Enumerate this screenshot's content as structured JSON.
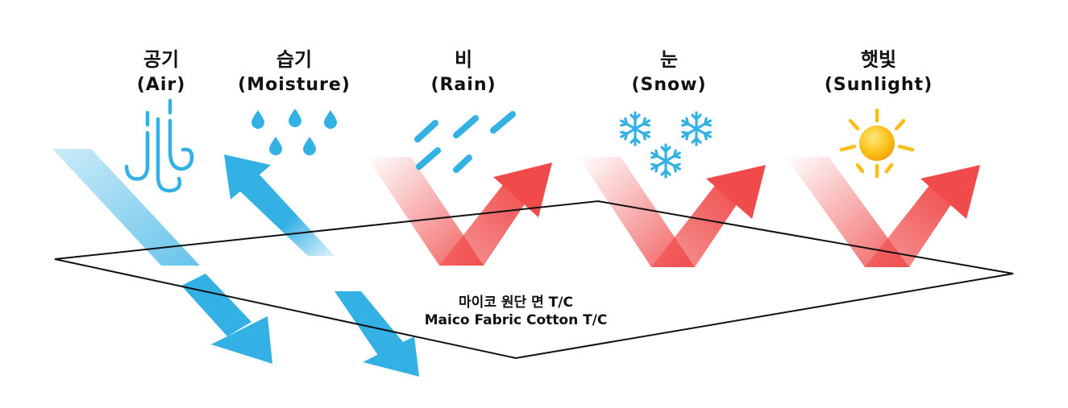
{
  "elements": [
    {
      "name_ko": "공기",
      "name_en": "(Air)",
      "icon": "air-wind-icon"
    },
    {
      "name_ko": "습기",
      "name_en": "(Moisture)",
      "icon": "water-drops-icon"
    },
    {
      "name_ko": "비",
      "name_en": "(Rain)",
      "icon": "rain-icon"
    },
    {
      "name_ko": "눈",
      "name_en": "(Snow)",
      "icon": "snowflake-icon"
    },
    {
      "name_ko": "햇빛",
      "name_en": "(Sunlight)",
      "icon": "sun-icon"
    }
  ],
  "fabric": {
    "label_ko": "마이코 원단 면 T/C",
    "label_en": "Maico Fabric Cotton T/C"
  },
  "colors": {
    "blue": "#33b0e4",
    "light_blue": "#a9dcf5",
    "red": "#f04a4a",
    "light_red": "#fbc8c8",
    "sun": "#fbbd16"
  }
}
